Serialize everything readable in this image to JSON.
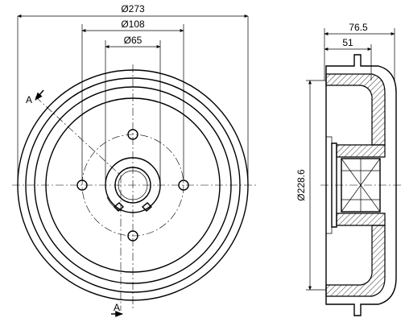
{
  "front_view": {
    "dim_outer": "Ø273",
    "dim_bolt_circle": "Ø108",
    "dim_center_bore": "Ø65",
    "section_mark_top": "A",
    "section_mark_bottom": "A"
  },
  "side_view": {
    "dim_total_width": "76.5",
    "dim_inner_width": "51",
    "dim_friction_diameter": "Ø228.6"
  }
}
